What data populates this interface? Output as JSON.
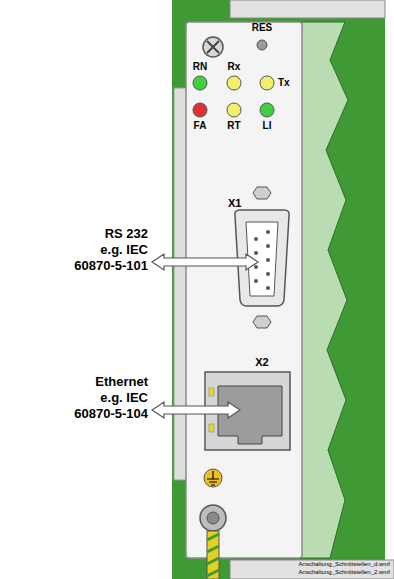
{
  "diagram": {
    "labels": [
      "RES",
      "RN",
      "Rx",
      "Tx",
      "FA",
      "RT",
      "LI",
      "X1",
      "X2",
      "RS 232",
      "e.g. IEC 60870-5-101",
      "Ethernet",
      "e.g. IEC 60870-5-104",
      "Anschaltung_Schnittstellen_d.wmf",
      "Anschaltung_Schnittstellen_2.wmf"
    ]
  }
}
